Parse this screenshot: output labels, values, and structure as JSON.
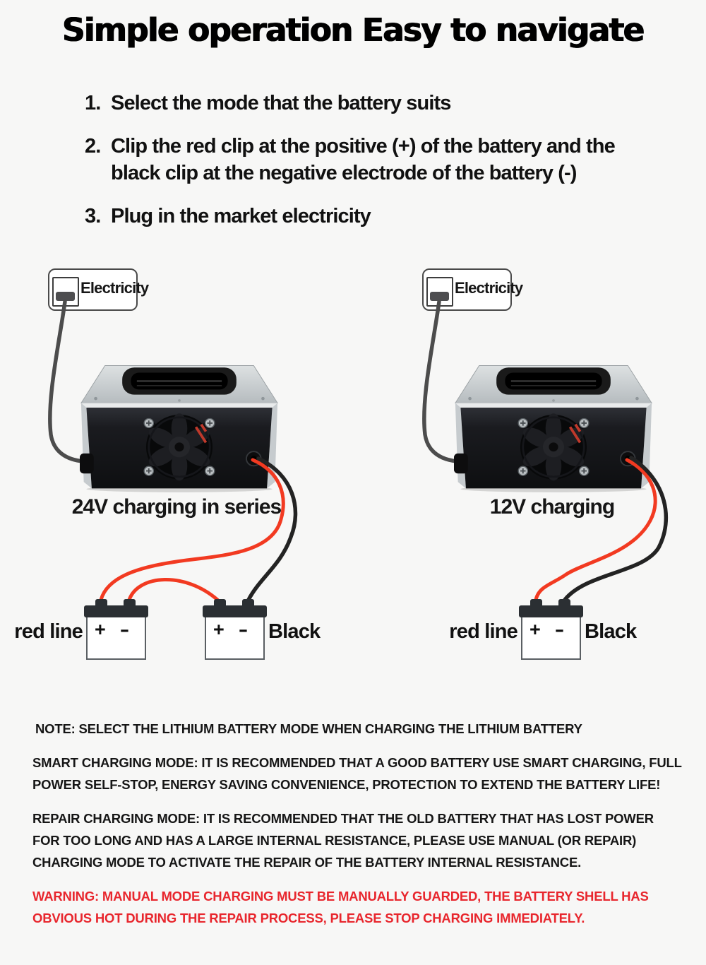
{
  "page": {
    "title": "Simple operation Easy to navigate",
    "background": "#f7f7f6"
  },
  "steps": [
    {
      "num": "1.",
      "text": "Select the mode that the battery suits"
    },
    {
      "num": "2.",
      "text": "Clip the red clip at the positive (+) of the battery and the black clip at the negative electrode of the battery (-)"
    },
    {
      "num": "3.",
      "text": "Plug in the market electricity"
    }
  ],
  "diagrams": {
    "left": {
      "electricity_label": "Electricity",
      "caption": "24V charging in series",
      "red_label": "red line",
      "black_label": "Black",
      "batteries": [
        {
          "plus": "+",
          "minus": "-"
        },
        {
          "plus": "+",
          "minus": "-"
        }
      ]
    },
    "right": {
      "electricity_label": "Electricity",
      "caption": "12V charging",
      "red_label": "red line",
      "black_label": "Black",
      "batteries": [
        {
          "plus": "+",
          "minus": "-"
        }
      ]
    }
  },
  "notes": [
    {
      "text": "NOTE: SELECT THE LITHIUM BATTERY MODE WHEN CHARGING THE LITHIUM BATTERY",
      "color": "#161616"
    },
    {
      "text": "SMART CHARGING MODE: IT IS RECOMMENDED THAT A GOOD BATTERY USE SMART CHARGING, FULL POWER SELF-STOP, ENERGY SAVING CONVENIENCE, PROTECTION TO EXTEND THE BATTERY LIFE!",
      "color": "#161616"
    },
    {
      "text": "REPAIR CHARGING MODE: IT IS RECOMMENDED THAT THE OLD BATTERY THAT HAS LOST POWER FOR TOO LONG AND HAS A LARGE INTERNAL RESISTANCE, PLEASE USE MANUAL (OR REPAIR) CHARGING MODE TO ACTIVATE THE REPAIR OF THE BATTERY INTERNAL RESISTANCE.",
      "color": "#161616"
    },
    {
      "text": "WARNING: MANUAL MODE CHARGING MUST BE MANUALLY GUARDED, THE BATTERY SHELL HAS OBVIOUS HOT DURING THE REPAIR PROCESS, PLEASE STOP CHARGING IMMEDIATELY.",
      "color": "#e8262d"
    }
  ],
  "colors": {
    "wire_red": "#f23a21",
    "wire_black": "#232323",
    "ac_cord_gray": "#4c4c4c",
    "warning_red": "#e8262d"
  }
}
